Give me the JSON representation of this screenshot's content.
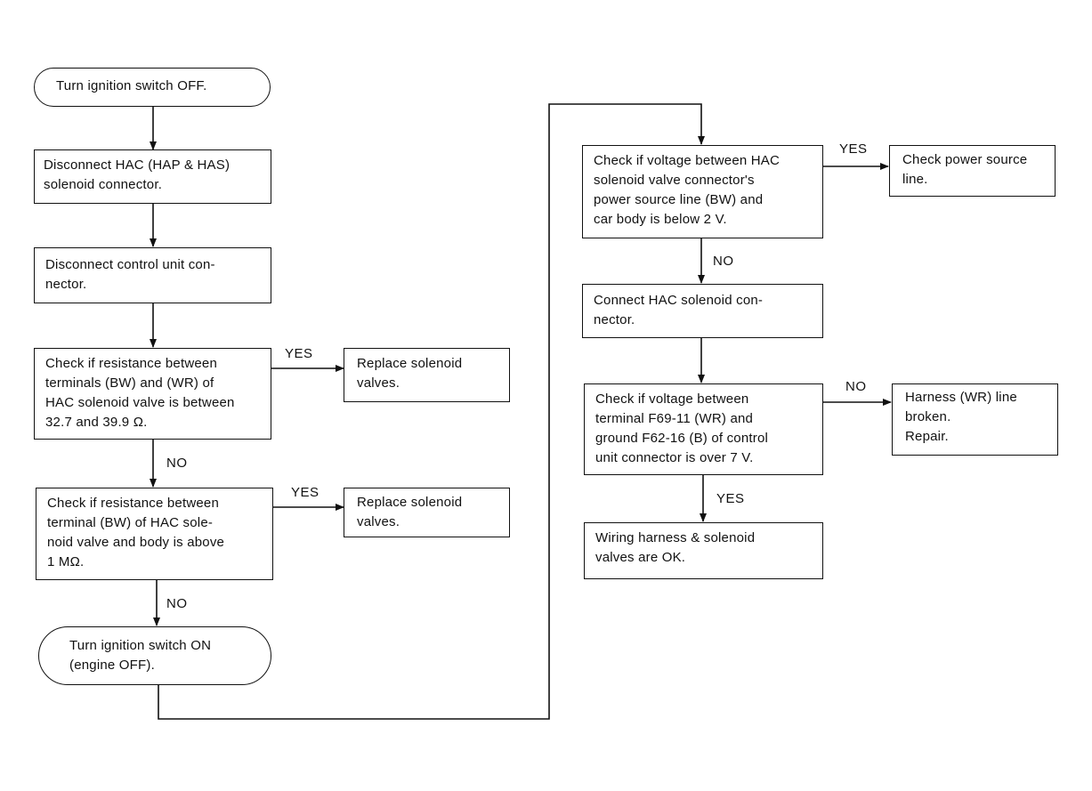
{
  "flow": {
    "start": "Turn ignition switch OFF.",
    "disconnect_hac": "Disconnect HAC (HAP & HAS)\nsolenoid connector.",
    "disconnect_cu": "Disconnect control unit con-\nnector.",
    "check_resistance_1": "Check if resistance between\nterminals (BW) and (WR) of\nHAC solenoid valve is between\n32.7 and 39.9 Ω.",
    "replace_1": "Replace solenoid\nvalves.",
    "check_resistance_2": "Check if resistance between\nterminal (BW) of HAC sole-\nnoid valve and body is above\n1 MΩ.",
    "replace_2": "Replace solenoid\nvalves.",
    "ignition_on": "Turn ignition switch ON\n(engine OFF).",
    "check_voltage_1": "Check if voltage between HAC\nsolenoid valve connector's\npower source line (BW) and\ncar body is below 2 V.",
    "check_power": "Check power source\nline.",
    "connect_hac": "Connect HAC solenoid con-\nnector.",
    "check_voltage_2": "Check if voltage between\nterminal F69-11 (WR) and\nground F62-16 (B) of control\nunit connector is over 7 V.",
    "harness_broken": "Harness (WR) line\nbroken.\nRepair.",
    "ok": "Wiring harness & solenoid\nvalves are OK."
  },
  "labels": {
    "yes_1": "YES",
    "no_1": "NO",
    "yes_2": "YES",
    "no_2": "NO",
    "yes_3": "YES",
    "no_3": "NO",
    "no_4": "NO",
    "yes_4": "YES"
  }
}
